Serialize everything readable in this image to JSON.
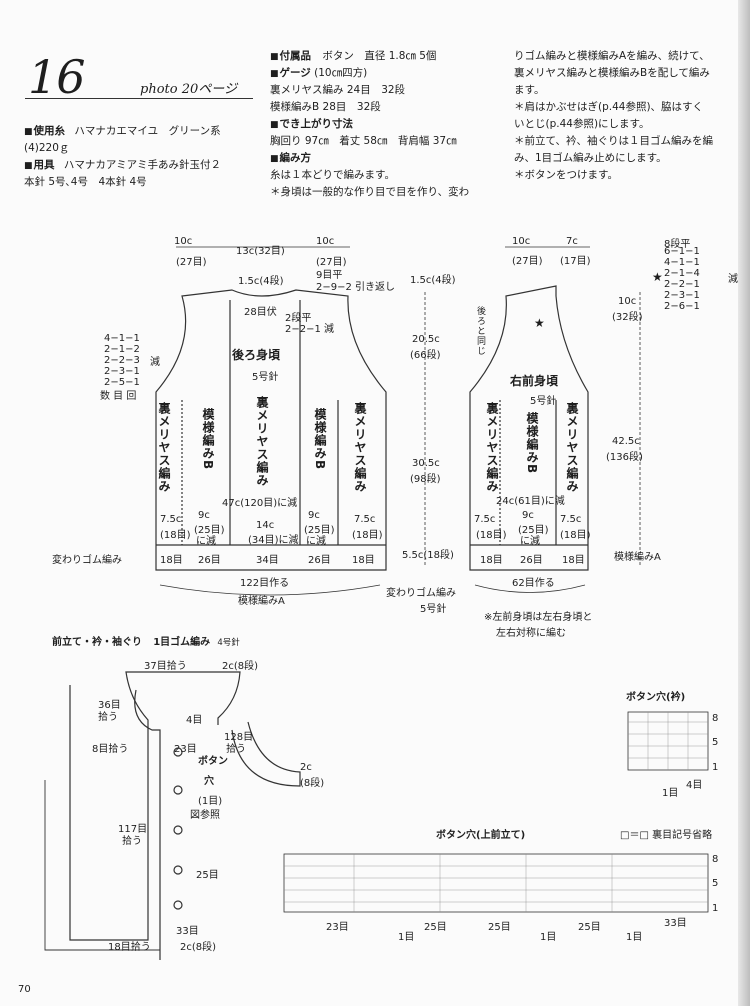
{
  "header": {
    "number": "16",
    "photo_ref": "photo 20ページ"
  },
  "materials": {
    "yarn_label": "使用糸",
    "yarn_text": "ハマナカエマイユ　グリーン系",
    "yarn_text2": "(4)220ｇ",
    "tools_label": "用具",
    "tools_text": "ハマナカアミアミ手あみ針玉付２",
    "tools_text2": "本針 5号､4号　4本針 4号"
  },
  "accessories": {
    "label": "付属品",
    "text": "ボタン　直径 1.8㎝ 5個"
  },
  "gauge": {
    "label": "ゲージ",
    "sub": "(10㎝四方)",
    "line1": "裏メリヤス編み 24目　32段",
    "line2": "模様編みB 28目　32段"
  },
  "finished": {
    "label": "でき上がり寸法",
    "text": "胸回り 97㎝　着丈 58㎝　背肩幅 37㎝"
  },
  "method": {
    "label": "編み方",
    "line1": "糸は１本どりで編みます。",
    "line2": "＊身頃は一般的な作り目で目を作り、変わ",
    "col2_line1": "りゴム編みと模様編みAを編み、続けて、",
    "col2_line2": "裏メリヤス編みと模様編みBを配して編み",
    "col2_line3": "ます。",
    "col2_line4": "＊肩はかぶせはぎ(p.44参照)、脇はすく",
    "col2_line5": "いとじ(p.44参照)にします。",
    "col2_line6": "＊前立て、衿、袖ぐりは１目ゴム編みを編",
    "col2_line7": "み、1目ゴム編み止めにします。",
    "col2_line8": "＊ボタンをつけます。"
  },
  "back": {
    "title": "後ろ身頃",
    "needle": "5号針",
    "top_left": "10c",
    "top_left_st": "(27目)",
    "top_mid": "13c(32目)",
    "top_right": "10c",
    "top_right_st": "(27目)",
    "neck_depth": "1.5c(4段)",
    "neck_bind": "28目伏",
    "shoulder_flat": "9目平",
    "shoulder_short": "2−9−2 引き返し",
    "neck_flat": "2段平",
    "neck_dec": "2−2−1 減",
    "arm_dec": [
      "4−1−1",
      "2−1−2",
      "2−2−3",
      "2−3−1",
      "2−5−1"
    ],
    "arm_note": "減",
    "arm_legend": "数 目 回",
    "armhole_h": "20.5c",
    "armhole_rows": "(66段)",
    "body_h": "30.5c",
    "body_rows": "(98段)",
    "rib_h": "5.5c(18段)",
    "waist": "47c(120目)に減",
    "col_rev": "裏メリヤス編み",
    "col_pat": "模様編みB",
    "side_w": "7.5c",
    "side_st": "(18目)",
    "mid_w": "9c",
    "mid_st": "(25目)",
    "mid_note": "に減",
    "ctr_w": "14c",
    "ctr_st": "(34目)に減",
    "rib_counts": [
      "18目",
      "26目",
      "34目",
      "26目",
      "18目"
    ],
    "cast_on": "122目作る",
    "pattern_a": "模様編みA",
    "rib_label": "変わりゴム編み"
  },
  "front": {
    "title": "右前身頃",
    "needle": "5号針",
    "top_left": "10c",
    "top_left_st": "(27目)",
    "top_right": "7c",
    "top_right_st": "(17目)",
    "neck_depth": "1.5c(4段)",
    "same_note": "後ろと同じ",
    "neck_dec_flat": "8段平",
    "neck_dec": [
      "6−1−1",
      "4−1−1",
      "2−1−4",
      "2−2−1",
      "2−3−1",
      "2−6−1"
    ],
    "neck_note": "減",
    "neck_h": "10c",
    "neck_rows": "(32段)",
    "total_h": "42.5c",
    "total_rows": "(136段)",
    "waist": "24c(61目)に減",
    "side_w": "7.5c",
    "side_st": "(18目)",
    "mid_w": "9c",
    "mid_st": "(25目)",
    "mid_note": "に減",
    "rib_counts": [
      "18目",
      "26目",
      "18目"
    ],
    "cast_on": "62目作る",
    "pattern_a": "模様編みA",
    "rib_label": "変わりゴム編み",
    "rib_needle": "5号針",
    "note1": "※左前身頃は左右身頃と",
    "note2": "左右対称に編む"
  },
  "band": {
    "title": "前立て・衿・袖ぐり",
    "method": "1目ゴム編み",
    "needle": "4号針",
    "collar_pick": "37目拾う",
    "collar_h": "2c(8段)",
    "left_collar": "36目",
    "left_collar2": "拾う",
    "collar_4": "4目",
    "pick_8": "8目拾う",
    "count_23": "23目",
    "arm_pick": "128目",
    "arm_pick2": "拾う",
    "btn_title": "ボタン",
    "btn_title2": "穴",
    "btn_sub": "(1目)",
    "btn_ref": "図参照",
    "front_pick": "117目",
    "front_pick2": "拾う",
    "count_25": "25目",
    "count_33": "33目",
    "bottom_pick": "18目拾う",
    "bottom_h": "2c(8段)",
    "arm_h": "2c",
    "arm_rows": "(8段)"
  },
  "buttonhole_collar": {
    "title": "ボタン穴(衿)",
    "row_nums": [
      "8",
      "5",
      "1"
    ],
    "st1": "1目",
    "st4": "4目"
  },
  "buttonhole_front": {
    "title": "ボタン穴(上前立て)",
    "legend": "□＝□ 裏目記号省略",
    "counts": [
      "23目",
      "25目",
      "25目",
      "25目",
      "33目"
    ],
    "one": "1目",
    "rows": [
      "8",
      "5",
      "1"
    ]
  },
  "page_number": "70"
}
